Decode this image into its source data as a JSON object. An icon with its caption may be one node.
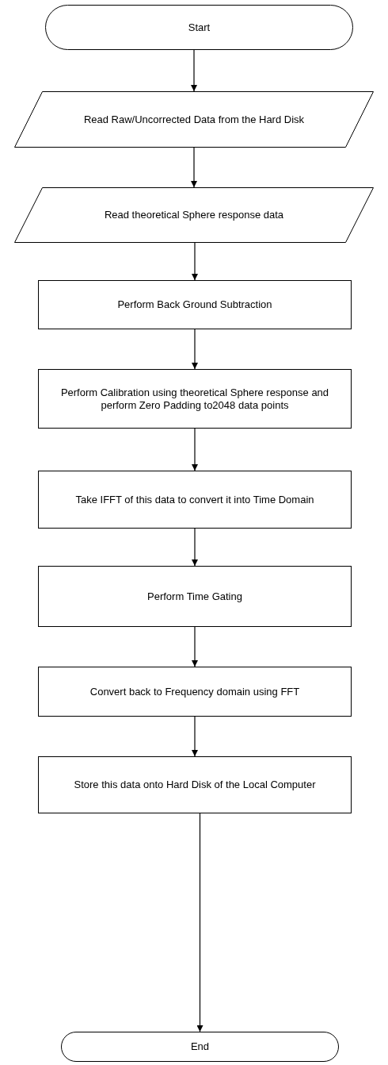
{
  "diagram": {
    "nodes": [
      {
        "text": [
          "Start"
        ]
      },
      {
        "text": [
          "Read Raw/Uncorrected Data from the Hard Disk"
        ]
      },
      {
        "text": [
          "Read theoretical Sphere response data"
        ]
      },
      {
        "text": [
          "Perform Back Ground Subtraction"
        ]
      },
      {
        "text": [
          "Perform Calibration using theoretical Sphere response and perform Zero Padding to2048 data points"
        ]
      },
      {
        "text": [
          "Take IFFT of this data to convert it into Time Domain"
        ]
      },
      {
        "text": [
          "Perform Time Gating"
        ]
      },
      {
        "text": [
          "Convert back to Frequency domain using FFT"
        ]
      },
      {
        "text": [
          "Store this data onto Hard Disk of the Local Computer"
        ]
      },
      {
        "text": [
          "End"
        ]
      }
    ],
    "edges": [
      {
        "from": 0,
        "to": 1,
        "arrow": "to"
      },
      {
        "from": 1,
        "to": 2,
        "arrow": "to"
      },
      {
        "from": 2,
        "to": 3,
        "arrow": "to"
      },
      {
        "from": 3,
        "to": 4,
        "arrow": "to"
      },
      {
        "from": 4,
        "to": 5,
        "arrow": "to"
      },
      {
        "from": 5,
        "to": 6,
        "arrow": "to"
      },
      {
        "from": 6,
        "to": 7,
        "arrow": "to"
      },
      {
        "from": 7,
        "to": 8,
        "arrow": "to"
      },
      {
        "from": 8,
        "to": 9,
        "arrow": "to"
      }
    ]
  }
}
